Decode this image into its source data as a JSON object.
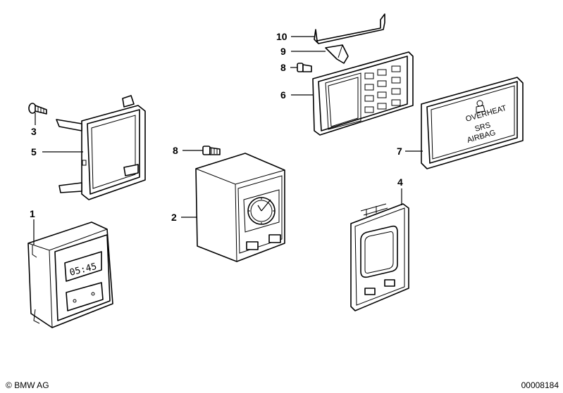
{
  "callouts": {
    "c1": "1",
    "c2": "2",
    "c3": "3",
    "c4": "4",
    "c5": "5",
    "c6": "6",
    "c7": "7",
    "c8a": "8",
    "c8b": "8",
    "c9": "9",
    "c10": "10"
  },
  "display": {
    "clock_time": "05:45",
    "panel_line1": "OVERHEAT",
    "panel_line2": "SRS",
    "panel_line3": "AIRBAG"
  },
  "footer": {
    "copyright_symbol": "©",
    "copyright_text": "BMW AG",
    "drawing_number": "00008184"
  }
}
